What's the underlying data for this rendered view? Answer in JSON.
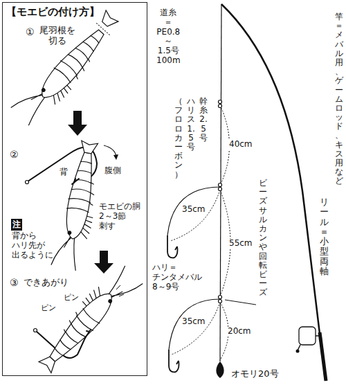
{
  "diagram": {
    "nodes": [
      {
        "text": [
          "【モエビの付け方】",
          "①",
          "尾羽根を 切る",
          "②",
          "背",
          "腹側",
          "モエビの胴 2～3節 刺す",
          "背から ハリ先が 出るように",
          "③",
          "できあがり",
          "ピン",
          "ピン"
        ]
      },
      {
        "text": [
          "注"
        ],
        "in": 0
      }
    ],
    "labels": [
      "道糸＝ PE0.8～1.5号 100m",
      "竿＝メバル用、ゲームロッド、キス用など",
      "幹糸2.5号",
      "ハリス1.5号",
      "（フロロカーボン）",
      "40cm",
      "35cm",
      "55cm",
      "ハリ＝ チンタメバル 8～9号",
      "ビーズサルカンや 回転ビーズ",
      "35cm",
      "20cm",
      "リール＝小型両軸",
      "オモリ20号"
    ]
  }
}
